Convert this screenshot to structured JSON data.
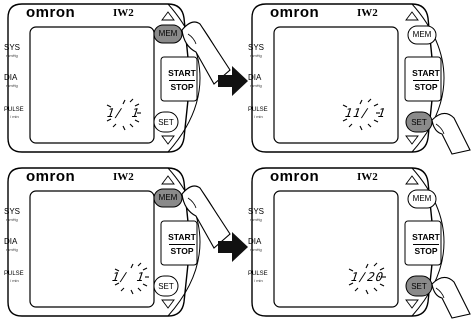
{
  "device": {
    "brand": "omron",
    "model": "IW2",
    "labels": {
      "sys": "SYS",
      "dia": "DIA",
      "pulse": "PULSE",
      "mmhg": "mmHg",
      "per_min": "/ min"
    },
    "buttons": {
      "mem": "MEM",
      "start": "START",
      "stop": "STOP",
      "set": "SET"
    }
  },
  "panels": [
    {
      "id": "top-left",
      "pressed": "mem",
      "display": "1/ 1"
    },
    {
      "id": "top-right",
      "pressed": "set",
      "display": "11/ 1"
    },
    {
      "id": "bottom-left",
      "pressed": "mem",
      "display": "1/ 1"
    },
    {
      "id": "bottom-right",
      "pressed": "set",
      "display": "1/20"
    }
  ],
  "arrows": [
    "next-step-arrow",
    "next-step-arrow"
  ]
}
